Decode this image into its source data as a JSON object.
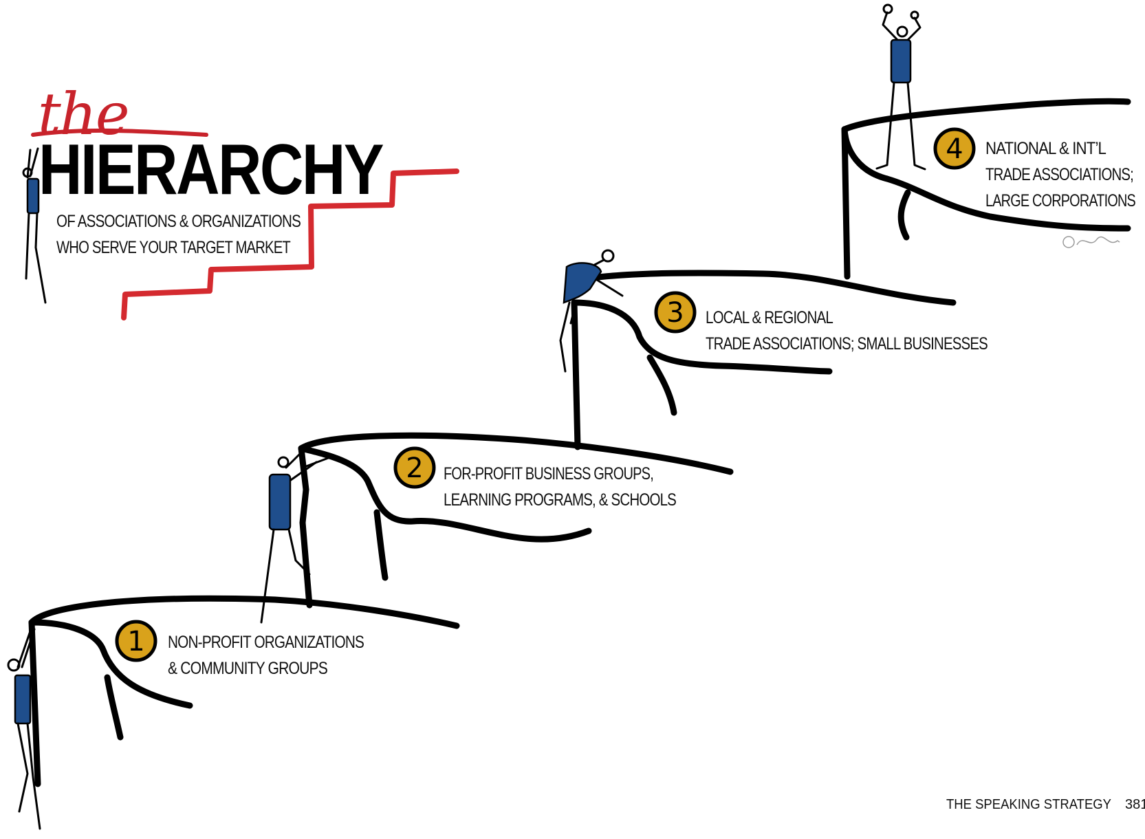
{
  "title": {
    "prefix": "the",
    "main": "HIERARCHY",
    "subtitle_line1": "OF ASSOCIATIONS & ORGANIZATIONS",
    "subtitle_line2": "WHO SERVE YOUR TARGET MARKET"
  },
  "steps": [
    {
      "number": "1",
      "line1": "NON-PROFIT ORGANIZATIONS",
      "line2": "& COMMUNITY GROUPS"
    },
    {
      "number": "2",
      "line1": "FOR-PROFIT BUSINESS GROUPS,",
      "line2": "LEARNING PROGRAMS, & SCHOOLS"
    },
    {
      "number": "3",
      "line1": "LOCAL & REGIONAL",
      "line2": "TRADE ASSOCIATIONS; SMALL BUSINESSES"
    },
    {
      "number": "4",
      "line1": "NATIONAL & INT’L",
      "line2": "TRADE ASSOCIATIONS;",
      "line3": "LARGE CORPORATIONS"
    }
  ],
  "footer": {
    "book_title": "THE SPEAKING STRATEGY",
    "page_number": "381"
  },
  "colors": {
    "ink": "#000000",
    "accent_red": "#d42a2f",
    "badge_gold": "#d9a21b",
    "shirt_blue": "#1f4e8c"
  }
}
